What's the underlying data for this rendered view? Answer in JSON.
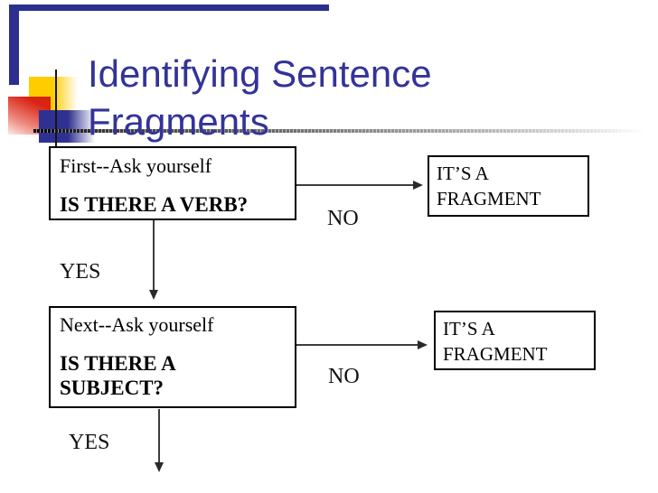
{
  "slide": {
    "title": {
      "line1": "Identifying Sentence",
      "line2": "Fragments"
    }
  },
  "flowchart": {
    "question1": {
      "prompt": "First--Ask yourself",
      "question": "IS THERE A VERB?"
    },
    "result1": {
      "line1": "IT’S A",
      "line2": "FRAGMENT"
    },
    "no1": "NO",
    "yes1": "YES",
    "question2": {
      "prompt": "Next--Ask yourself",
      "question_line1": "IS THERE A",
      "question_line2": "SUBJECT?"
    },
    "result2": {
      "line1": "IT’S A",
      "line2": "FRAGMENT"
    },
    "no2": "NO",
    "yes2": "YES"
  },
  "colors": {
    "title_text": "#333399",
    "navy_bar": "#2b2f8e",
    "yellow_square": "#ffcc00",
    "red_square": "#d92313",
    "blue_square": "#2e3192",
    "box_border": "#000000"
  }
}
